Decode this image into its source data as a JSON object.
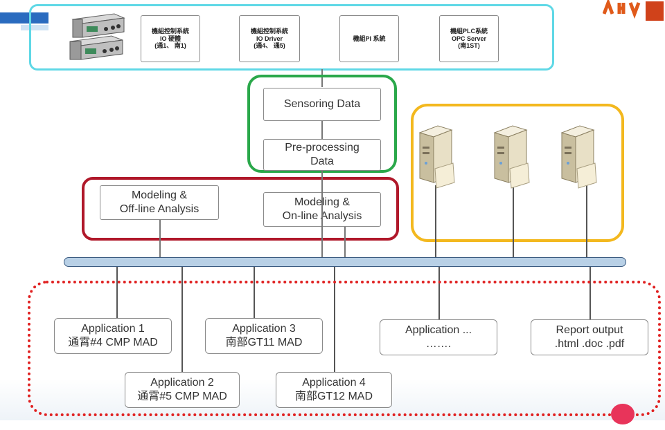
{
  "equipment": {
    "box1_lines": [
      "機組控制系統",
      "IO 硬體",
      "(通1、 南1)"
    ],
    "box2_lines": [
      "機組控制系統",
      "IO Driver",
      "(通4、 通5)"
    ],
    "box3_lines": [
      "機組PI 系統"
    ],
    "box4_lines": [
      "機組PLC系統",
      "OPC Server",
      "(南1ST)"
    ]
  },
  "processing": {
    "sensoring": "Sensoring Data",
    "preprocessing_1": "Pre-processing",
    "preprocessing_2": "Data"
  },
  "modeling": {
    "offline_1": "Modeling &",
    "offline_2": "Off-line Analysis",
    "online_1": "Modeling &",
    "online_2": "On-line Analysis"
  },
  "bus_label": "",
  "applications": {
    "app1_1": "Application 1",
    "app1_2": "通霄#4 CMP MAD",
    "app2_1": "Application 2",
    "app2_2": "通霄#5 CMP MAD",
    "app3_1": "Application 3",
    "app3_2": "南部GT11 MAD",
    "app4_1": "Application 4",
    "app4_2": "南部GT12 MAD",
    "app5_1": "Application ...",
    "app5_2": "…….",
    "report_1": "Report output",
    "report_2": ".html .doc .pdf"
  },
  "colors": {
    "cyan": "#5fd8e6",
    "green": "#2aa84a",
    "red": "#b0182a",
    "orange": "#f3b81e",
    "dotted_red": "#e02020",
    "bus_fill": "#b8d0e6",
    "bus_stroke": "#3a5a80"
  },
  "icons": [
    "instrument-icon",
    "server-icon"
  ]
}
